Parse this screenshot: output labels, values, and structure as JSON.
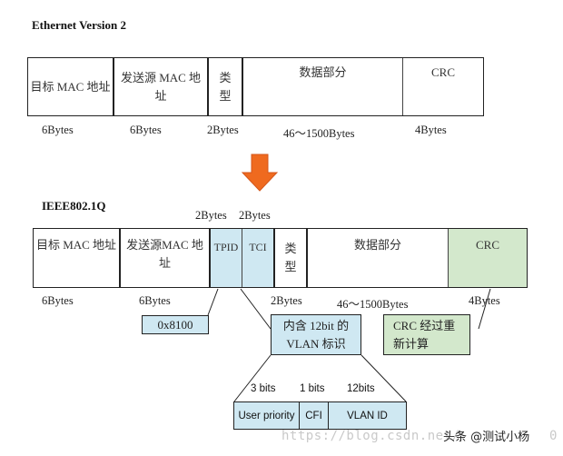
{
  "eth2": {
    "title": "Ethernet Version 2",
    "fields": [
      "目标 MAC 地址",
      "发送源 MAC 地址",
      "类型",
      "数据部分",
      "CRC"
    ],
    "sizes": [
      "6Bytes",
      "6Bytes",
      "2Bytes",
      "46～1500Bytes",
      "4Bytes"
    ]
  },
  "ieee": {
    "title": "IEEE802.1Q",
    "top_sizes": [
      "2Bytes",
      "2Bytes"
    ],
    "fields": [
      "目标 MAC 地址",
      "发送源MAC 地址",
      "TPID",
      "TCI",
      "类型",
      "数据部分",
      "CRC"
    ],
    "sizes": [
      "6Bytes",
      "6Bytes",
      "2Bytes",
      "46～1500Bytes",
      "4Bytes"
    ]
  },
  "callouts": {
    "tpid_value": "0x8100",
    "tci_desc": "内含 12bit 的 VLAN 标识",
    "crc_desc": "CRC 经过重新计算"
  },
  "tci_breakdown": {
    "sizes": [
      "3 bits",
      "1 bits",
      "12bits"
    ],
    "fields": [
      "User priority",
      "CFI",
      "VLAN ID"
    ]
  },
  "watermark": {
    "url": "https://blog.csdn.net/",
    "tail": "0",
    "author": "头条 @测试小杨"
  },
  "colors": {
    "arrow": "#ef6a1f",
    "blue": "#cfe8f2",
    "green": "#d3e8cc"
  }
}
